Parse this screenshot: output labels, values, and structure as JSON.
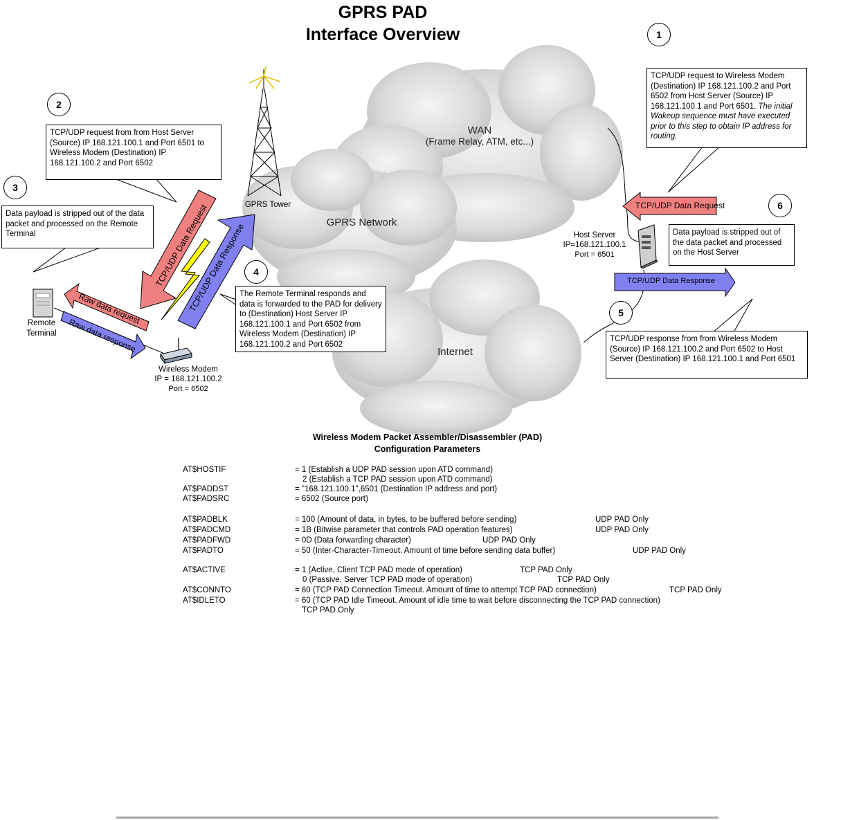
{
  "title": {
    "line1": "GPRS PAD",
    "line2": "Interface Overview"
  },
  "clouds": {
    "wan": "WAN",
    "wan_sub": "(Frame Relay, ATM, etc...)",
    "gprs": "GPRS Network",
    "internet": "Internet"
  },
  "nodes": {
    "tower": "GPRS Tower",
    "host_server": {
      "line1": "Host Server",
      "line2": "IP=168.121.100.1",
      "line3": "Port = 6501"
    },
    "remote_terminal": {
      "line1": "Remote",
      "line2": "Terminal"
    },
    "wireless_modem": {
      "line1": "Wireless Modem",
      "line2": "IP = 168.121.100.2",
      "line3": "Port = 6502"
    }
  },
  "steps": {
    "s1": {
      "num": "1",
      "text": "TCP/UDP request to Wireless Modem (Destination) IP  168.121.100.2 and Port 6502 from Host Server (Source) IP 168.121.100.1 and Port 6501.",
      "italic": "The initial Wakeup sequence must have executed prior to this step to obtain IP address for routing."
    },
    "s2": {
      "num": "2",
      "text": "TCP/UDP request from from Host Server (Source) IP 168.121.100.1 and Port 6501 to Wireless Modem (Destination) IP 168.121.100.2 and Port 6502"
    },
    "s3": {
      "num": "3",
      "text": "Data payload is stripped out of the data packet and processed on the Remote Terminal"
    },
    "s4": {
      "num": "4",
      "text": "The Remote Terminal responds and data is forwarded to the PAD for delivery to (Destination) Host Server IP 168.121.100.1 and Port 6502 from Wireless Modem (Destination) IP 168.121.100.2 and Port 6502"
    },
    "s5": {
      "num": "5",
      "text": "TCP/UDP response from from Wireless Modem (Source) IP  168.121.100.2 and Port 6502 to Host Server (Destination) IP 168.121.100.1 and Port 6501"
    },
    "s6": {
      "num": "6",
      "text": "Data payload is stripped out of the data packet and processed on the Host Server"
    }
  },
  "arrows": {
    "host_request": "TCP/UDP Data Request",
    "host_response": "TCP/UDP Data Response",
    "tower_request": "TCP/UDP Data Request",
    "tower_response": "TCP/UDP Data Response",
    "raw_request": "Raw data request",
    "raw_response": "Raw data response"
  },
  "colors": {
    "request": "#f08080",
    "response": "#8080f0",
    "cloud": "#d8d8d8",
    "bolt": "#ffff00"
  },
  "config": {
    "title1": "Wireless Modem Packet Assembler/Disassembler (PAD)",
    "title2": "Configuration Parameters",
    "hostif": {
      "cmd": "AT$HOSTIF",
      "v1": "= 1 (Establish a UDP PAD session upon ATD command)",
      "v2": "2 (Establish a TCP PAD session upon ATD command)"
    },
    "paddst": {
      "cmd": "AT$PADDST",
      "v": "= \"168.121.100.1\",6501 (Destination IP address and port)"
    },
    "padsrc": {
      "cmd": "AT$PADSRC",
      "v": "= 6502 (Source port)"
    },
    "padblk": {
      "cmd": "AT$PADBLK",
      "v": "= 100 (Amount of data, in bytes, to be buffered before sending)",
      "tag": "UDP PAD Only"
    },
    "padcmd": {
      "cmd": "AT$PADCMD",
      "v": "= 1B (Bitwise parameter that controls PAD operation features)",
      "tag": "UDP PAD Only"
    },
    "padfwd": {
      "cmd": "AT$PADFWD",
      "v": "= 0D (Data forwarding character)",
      "tag": "UDP PAD Only"
    },
    "padto": {
      "cmd": "AT$PADTO",
      "v": "= 50 (Inter-Character-Timeout. Amount of time before sending data buffer)",
      "tag": "UDP PAD Only"
    },
    "active": {
      "cmd": "AT$ACTIVE",
      "v1": "= 1 (Active, Client TCP PAD mode of operation)",
      "tag1": "TCP PAD Only",
      "v2": "0 (Passive, Server TCP PAD mode of operation)",
      "tag2": "TCP PAD Only"
    },
    "connto": {
      "cmd": "AT$CONNTO",
      "v": "= 60 (TCP PAD Connection Timeout. Amount of time to attempt TCP PAD connection)",
      "tag": "TCP PAD Only"
    },
    "idleto": {
      "cmd": "AT$IDLETO",
      "v": "= 60 (TCP PAD Idle Timeout. Amount of idle time to wait before disconnecting the TCP PAD connection)",
      "tag": "TCP PAD Only"
    }
  }
}
